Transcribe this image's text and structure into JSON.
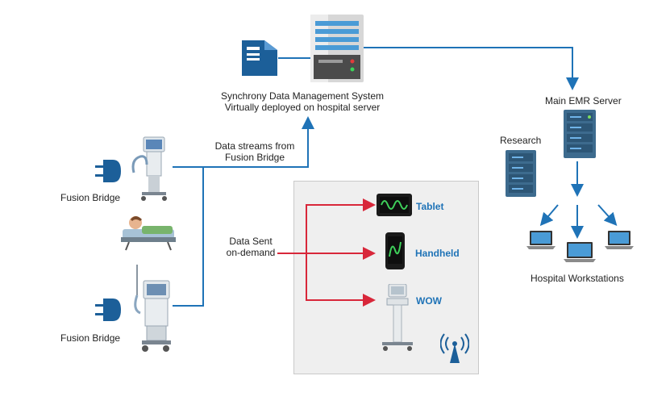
{
  "labels": {
    "sync_line1": "Synchrony Data Management System",
    "sync_line2": "Virtually deployed on hospital server",
    "emr": "Main EMR Server",
    "research": "Research",
    "streams_line1": "Data streams from",
    "streams_line2": "Fusion Bridge",
    "fusion1": "Fusion Bridge",
    "fusion2": "Fusion Bridge",
    "sent_line1": "Data Sent",
    "sent_line2": "on-demand",
    "tablet": "Tablet",
    "handheld": "Handheld",
    "wow": "WOW",
    "workstations": "Hospital Workstations"
  },
  "colors": {
    "network_line": "#1f73b7",
    "ondemand_arrow": "#d8273a",
    "device_label": "#1f73b7",
    "panel_bg": "#efefef"
  },
  "icons": [
    "server-doc-icon",
    "server-tower-icon",
    "emr-server-icon",
    "research-server-icon",
    "laptop-icon",
    "plug-icon",
    "ventilator-icon",
    "patient-bed-icon",
    "tablet-icon",
    "handheld-icon",
    "wow-cart-icon",
    "wireless-icon"
  ]
}
